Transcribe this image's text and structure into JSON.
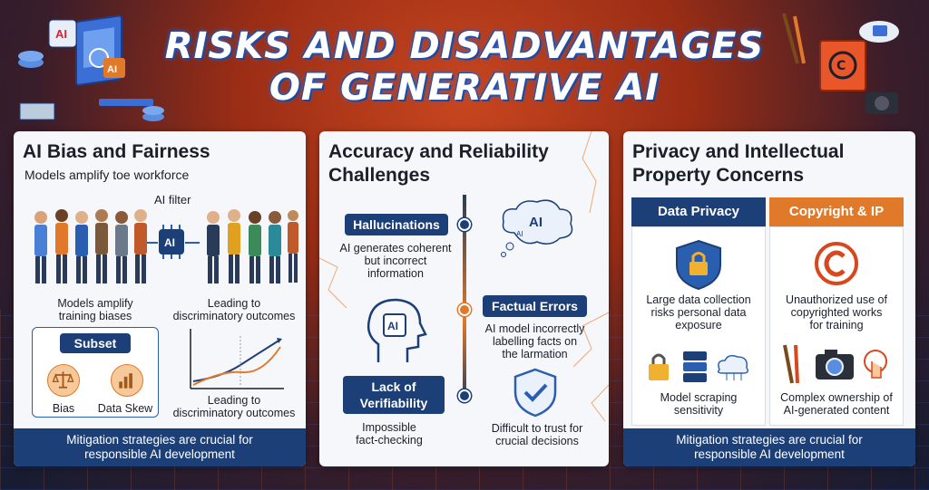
{
  "title": {
    "line1": "RISKS AND DISADVANTAGES",
    "line2": "OF GENERATIVE AI"
  },
  "deco_left": {
    "ai_badge": "AI",
    "ai_badge2": "AI"
  },
  "card1": {
    "heading": "AI Bias and Fairness",
    "subtitle": "Models amplify toe workforce",
    "ai_filter_label": "AI filter",
    "ai_chip": "AI",
    "caption_left": "Models amplify\ntraining biases",
    "caption_right": "Leading to\ndiscriminatory outcomes",
    "subset": {
      "title": "Subset",
      "items": [
        "Bias",
        "Data Skew"
      ]
    },
    "chart_caption": "Leading to\ndiscriminatory outcomes",
    "footer": "Mitigation strategies are crucial for\nresponsible AI development"
  },
  "card2": {
    "heading": "Accuracy and Reliability Challenges",
    "items": [
      {
        "tag": "Hallucinations",
        "text": "AI generates coherent\nbut incorrect\ninformation"
      },
      {
        "tag": "Factual Errors",
        "text": "AI model incorrectly\nlabelling facts on\nthe larmation"
      },
      {
        "tag": "Lack of\nVerifiability",
        "text": "Impossible\nfact-checking"
      }
    ],
    "bubble_text": "AI",
    "bubble_small": "AI",
    "head_chip": "AI",
    "shield_caption": "Difficult to trust for\ncrucial decisions"
  },
  "card3": {
    "heading": "Privacy and Intellectual Property Concerns",
    "col_left": {
      "head": "Data Privacy",
      "text1": "Large data collection\nrisks personal data\nexposure",
      "text2": "Model scraping\nsensitivity"
    },
    "col_right": {
      "head": "Copyright & IP",
      "text1": "Unauthorized use of\ncopyrighted works\nfor training",
      "text2": "Complex ownership of\nAI-generated content"
    },
    "footer": "Mitigation strategies are crucial for\nresponsible AI development"
  },
  "colors": {
    "navy": "#1c3f78",
    "orange": "#e07a2a",
    "card_bg": "#f5f7fa",
    "title_glow": "#2a68d6"
  }
}
